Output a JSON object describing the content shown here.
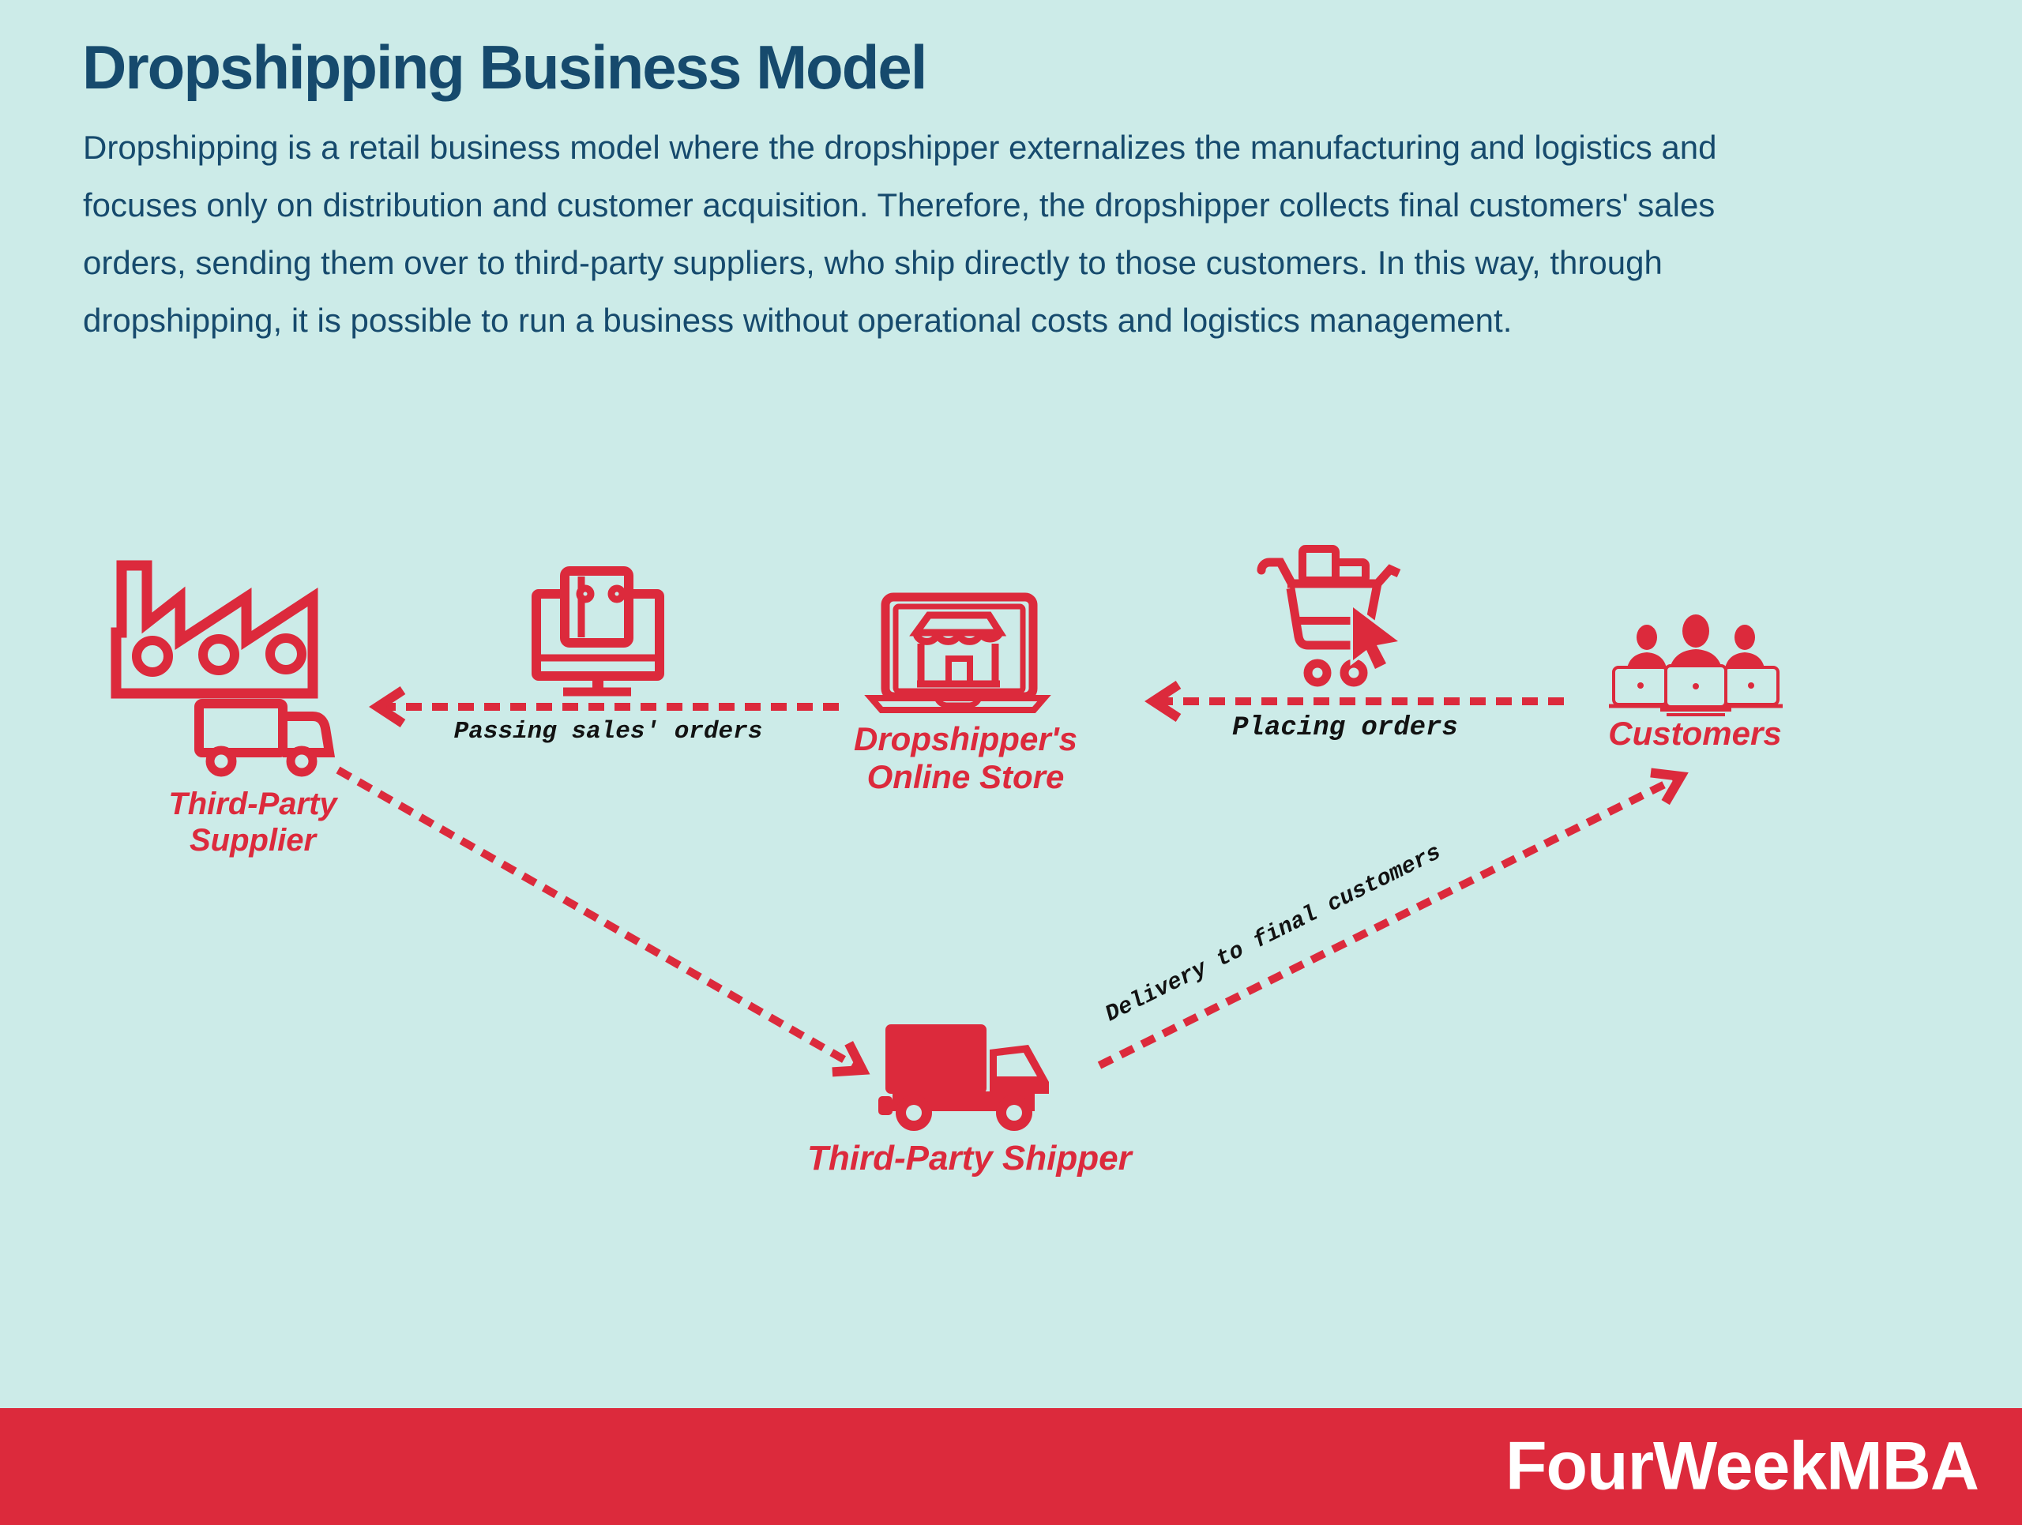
{
  "title": "Dropshipping Business Model",
  "description_lines": [
    "Dropshipping is a retail business model where the dropshipper externalizes the manufacturing and logistics and",
    "focuses only on distribution and customer acquisition. Therefore, the dropshipper collects final customers' sales",
    "orders, sending them over to third-party suppliers, who ship directly to those customers. In this way, through",
    "dropshipping, it is possible to run a business without operational costs and logistics management."
  ],
  "footer": {
    "brand": "FourWeekMBA"
  },
  "colors": {
    "background": "#ccebe8",
    "accent_red": "#dc2a3c",
    "heading_navy": "#164a6d",
    "flow_text_black": "#121212",
    "footer_text_white": "#ffffff"
  },
  "diagram": {
    "nodes": [
      {
        "id": "third-party-supplier",
        "icon": "factory-truck-icon",
        "label_lines": [
          "Third-Party",
          "Supplier"
        ]
      },
      {
        "id": "dropshipper-online-store",
        "icon": "laptop-storefront-icon",
        "label_lines": [
          "Dropshipper's",
          "Online Store"
        ]
      },
      {
        "id": "customers",
        "icon": "people-laptops-icon",
        "label_lines": [
          "Customers"
        ]
      },
      {
        "id": "third-party-shipper",
        "icon": "delivery-truck-icon",
        "label_lines": [
          "Third-Party Shipper"
        ]
      }
    ],
    "decorative_icons": [
      {
        "id": "orders-monitor",
        "icon": "monitor-shopping-bag-icon"
      },
      {
        "id": "orders-cart",
        "icon": "shopping-cart-cursor-icon"
      }
    ],
    "flows": [
      {
        "id": "passing-sales-orders",
        "label": "Passing sales' orders",
        "from": "dropshipper-online-store",
        "to": "third-party-supplier"
      },
      {
        "id": "placing-orders",
        "label": "Placing orders",
        "from": "customers",
        "to": "dropshipper-online-store"
      },
      {
        "id": "order-forwarding",
        "label": "",
        "from": "third-party-supplier",
        "to": "third-party-shipper"
      },
      {
        "id": "delivery",
        "label": "Delivery to final customers",
        "from": "third-party-shipper",
        "to": "customers"
      }
    ]
  }
}
